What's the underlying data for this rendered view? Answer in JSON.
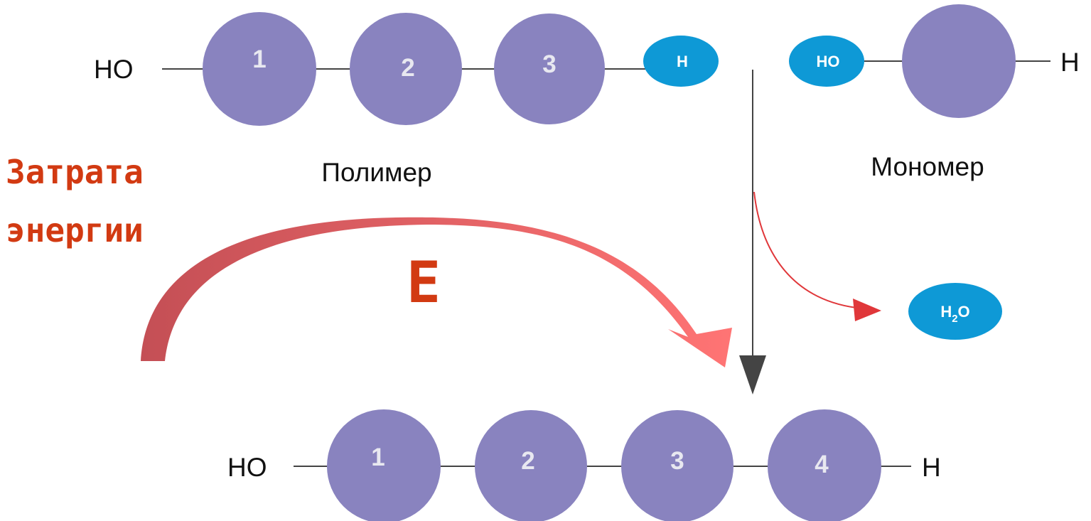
{
  "colors": {
    "monomer": "#8983bf",
    "group": "#0e99d6",
    "line": "#444444",
    "energy": "#d23a12",
    "water_arrow": "#e0373a"
  },
  "polymer": {
    "left_end": "HO",
    "monomers": [
      "1",
      "2",
      "3"
    ],
    "right_group": "H",
    "label": "Полимер"
  },
  "monomer": {
    "left_group": "HO",
    "right_end": "H",
    "label": "Мономер"
  },
  "water": {
    "main": "H",
    "sub": "2",
    "tail": "O"
  },
  "energy": {
    "title_line1": "Затрата",
    "title_line2": "энергии",
    "symbol": "E"
  },
  "product": {
    "left_end": "HO",
    "monomers": [
      "1",
      "2",
      "3",
      "4"
    ],
    "right_end": "H"
  }
}
